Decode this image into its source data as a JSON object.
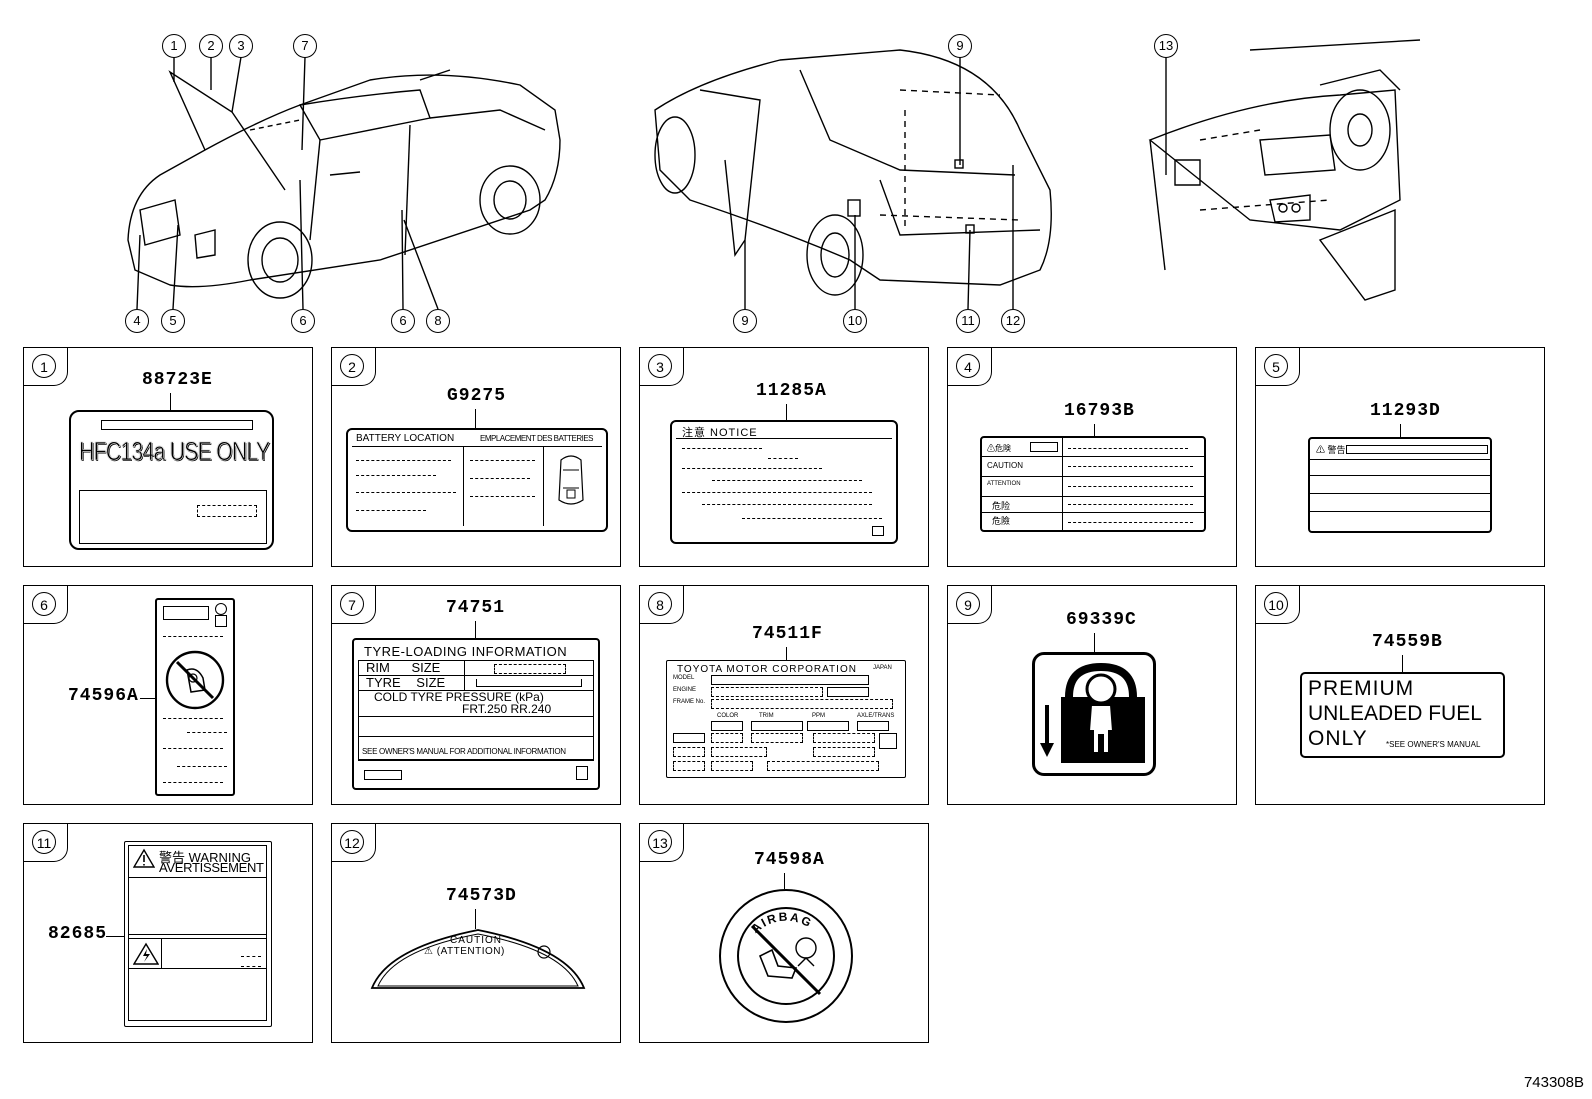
{
  "scene": {
    "callouts": {
      "c1": "1",
      "c2": "2",
      "c3": "3",
      "c7": "7",
      "c4": "4",
      "c5": "5",
      "c6a": "6",
      "c6b": "6",
      "c8": "8",
      "c9a": "9",
      "c9b": "9",
      "c10": "10",
      "c11": "11",
      "c12": "12",
      "c13": "13"
    }
  },
  "panels": [
    {
      "index": "1",
      "part": "88723E",
      "line1": "HFC134a USE ONLY"
    },
    {
      "index": "2",
      "part": "G9275",
      "header_left": "BATTERY LOCATION",
      "header_right": "EMPLACEMENT DES BATTERIES"
    },
    {
      "index": "3",
      "part": "11285A",
      "header": "注意 NOTICE"
    },
    {
      "index": "4",
      "part": "16793B",
      "rows": [
        "⚠危険",
        "CAUTION",
        "ATTENTION",
        "危险",
        "危險"
      ]
    },
    {
      "index": "5",
      "part": "11293D",
      "header": "⚠ 警告"
    },
    {
      "index": "6",
      "part": "74596A"
    },
    {
      "index": "7",
      "part": "74751",
      "title": "TYRE-LOADING INFORMATION",
      "rim": "RIM SIZE",
      "tyre": "TYRE SIZE",
      "cold": "COLD TYRE PRESSURE (kPa)",
      "values": "FRT.250 RR.240",
      "footer": "SEE OWNER'S MANUAL FOR ADDITIONAL INFORMATION"
    },
    {
      "index": "8",
      "part": "74511F",
      "title": "TOYOTA MOTOR CORPORATION",
      "japan": "JAPAN",
      "model": "MODEL",
      "engine": "ENGINE",
      "frame": "FRAME No.",
      "color": "COLOR",
      "trim": "TRIM",
      "ppm": "PPM",
      "axle": "AXLE/TRANS"
    },
    {
      "index": "9",
      "part": "69339C"
    },
    {
      "index": "10",
      "part": "74559B",
      "line1": "PREMIUM",
      "line2": "UNLEADED FUEL",
      "line3": "ONLY",
      "note": "*SEE OWNER'S MANUAL"
    },
    {
      "index": "11",
      "part": "82685",
      "warn1": "警告 WARNING",
      "warn2": "AVERTISSEMENT"
    },
    {
      "index": "12",
      "part": "74573D",
      "line1": "CAUTION",
      "line2": "⚠ (ATTENTION)"
    },
    {
      "index": "13",
      "part": "74598A",
      "ring": "AIRBAG"
    }
  ],
  "footer_code": "743308B"
}
